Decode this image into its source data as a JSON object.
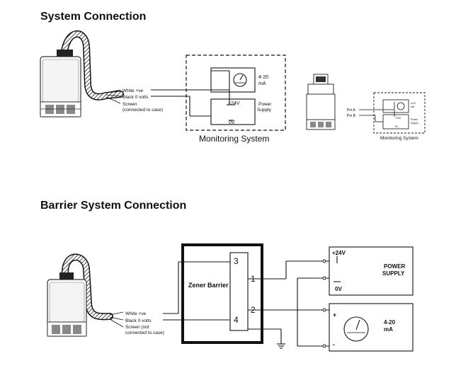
{
  "section1": {
    "title": "System Connection",
    "wire_white": "White +ve",
    "wire_black": "Black 0 volts",
    "wire_screen": "Screen",
    "wire_screen_note": "(connected to case)",
    "meter_label_1": "4-20",
    "meter_label_2": "mA",
    "supply_plus": "+24V",
    "supply_zero": "0V",
    "supply_label_1": "Power",
    "supply_label_2": "Supply",
    "monitoring_label": "Monitoring System",
    "small_pin_a": "Pin A",
    "small_pin_b": "Pin B",
    "small_monitoring_label": "Monitoring System"
  },
  "section2": {
    "title": "Barrier System Connection",
    "barrier_label": "Zener Barrier",
    "pin_1": "1",
    "pin_2": "2",
    "pin_3": "3",
    "pin_4": "4",
    "supply_plus": "+24V",
    "supply_zero": "0V",
    "supply_label_1": "POWER",
    "supply_label_2": "SUPPLY",
    "meter_label_1": "4-20",
    "meter_label_2": "mA",
    "meter_plus": "+",
    "meter_minus": "-",
    "wire_white": "White +ve",
    "wire_black": "Black 0 volts",
    "wire_screen": "Screen (not",
    "wire_screen_note": "connected to case)"
  }
}
